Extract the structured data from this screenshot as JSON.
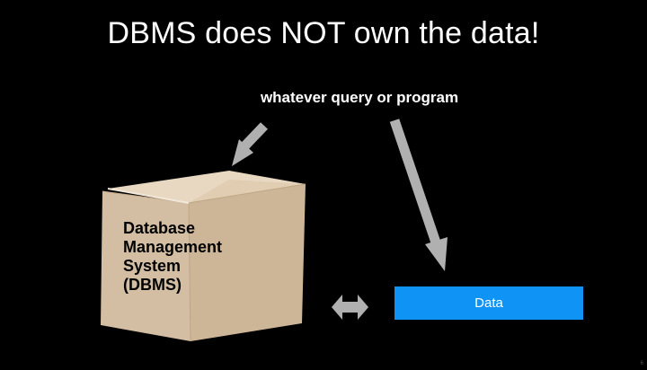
{
  "slide": {
    "title": "DBMS does NOT own the data!",
    "query_label": "whatever query or program",
    "box_lines": [
      "Database",
      "Management",
      "System",
      "(DBMS)"
    ],
    "data_label": "Data",
    "page_number": "6"
  },
  "colors": {
    "background": "#000000",
    "arrow": "#b0b0b0",
    "data_box": "#0f94f5",
    "cardboard": "#d8c4a8"
  },
  "icons": [
    "down-left-arrow-icon",
    "down-arrow-icon",
    "double-arrow-icon",
    "cardboard-box-icon"
  ]
}
